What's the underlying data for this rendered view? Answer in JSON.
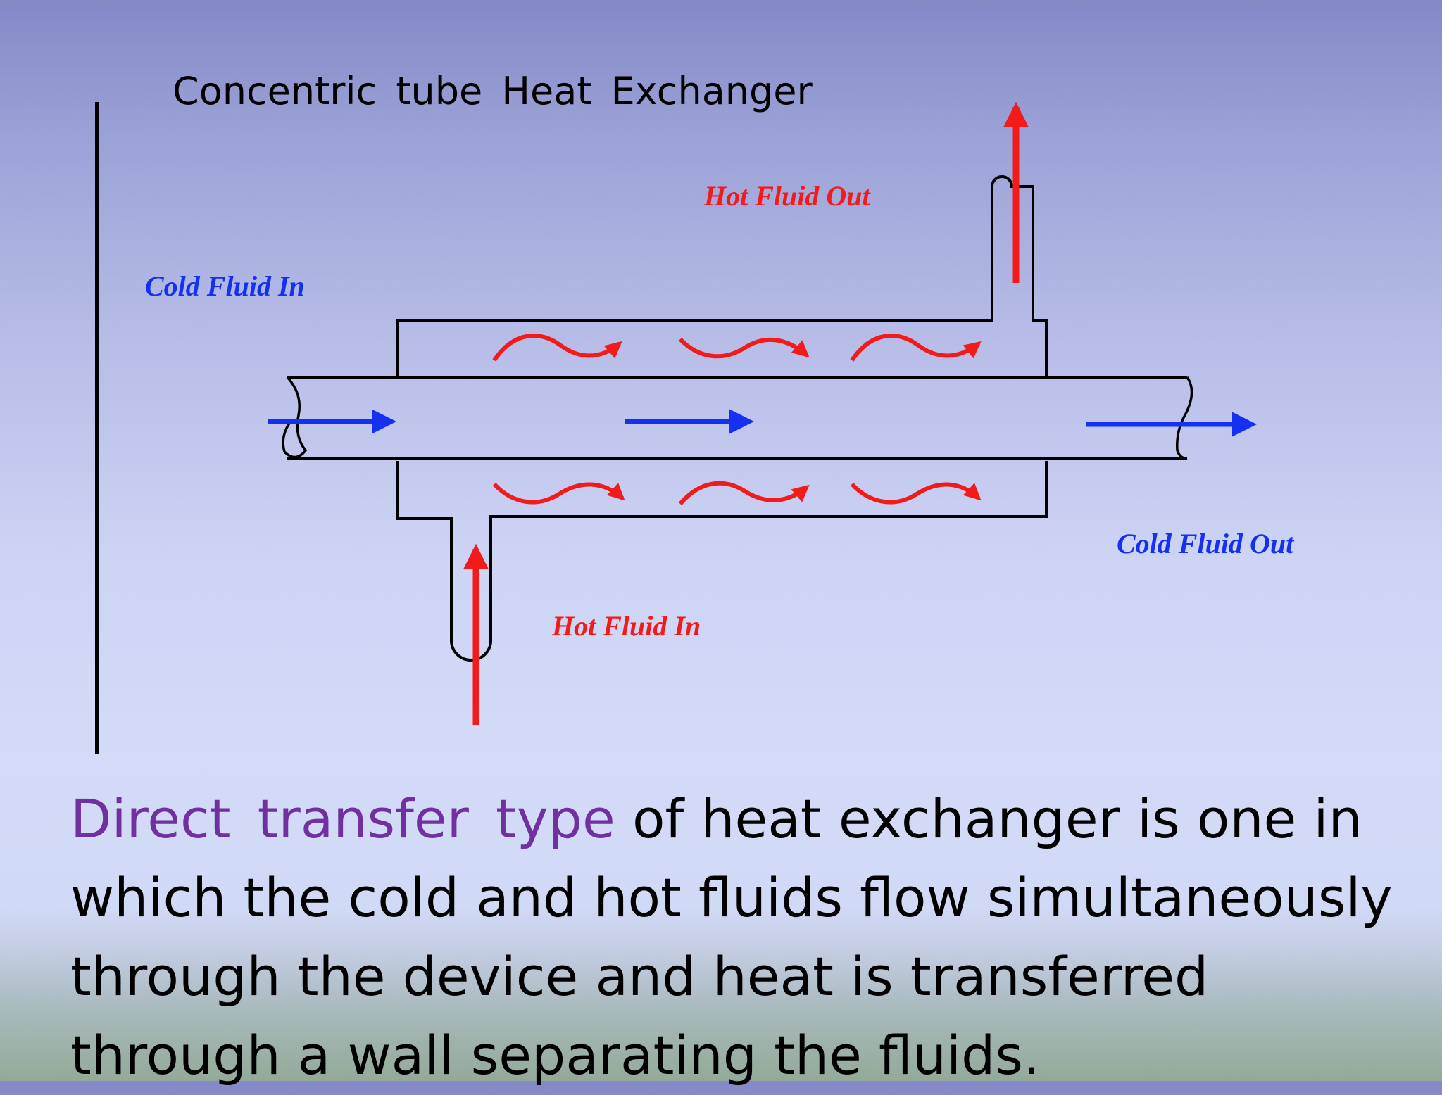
{
  "slide": {
    "diagram_title": "Concentric  tube  Heat  Exchanger",
    "labels": {
      "cold_fluid_in": "Cold Fluid In",
      "cold_fluid_out": "Cold Fluid Out",
      "hot_fluid_in": "Hot Fluid In",
      "hot_fluid_out": "Hot Fluid Out"
    },
    "body": {
      "highlight": "Direct  transfer type",
      "rest": " of heat  exchanger is one in which the cold and hot fluids flow simultaneously through the device and heat is transferred through a wall separating the fluids."
    }
  },
  "colors": {
    "cold": "#1530f0",
    "hot": "#f21a1a",
    "highlight": "#7030a0",
    "outline": "#000000"
  }
}
